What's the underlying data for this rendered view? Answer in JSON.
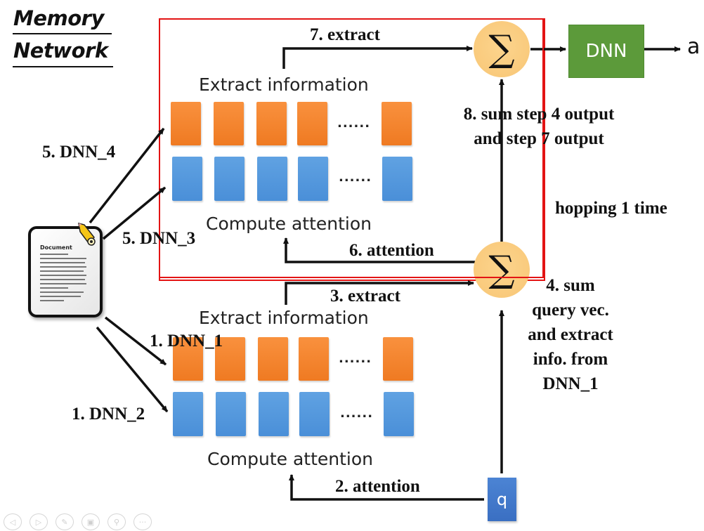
{
  "title": {
    "line1": "Memory",
    "line2": "Network"
  },
  "memory_block": {
    "extract_label": "Extract information",
    "attention_label": "Compute attention",
    "ellipsis": "......"
  },
  "steps": {
    "step1a": "1. DNN_1",
    "step1b": "1. DNN_2",
    "step2": "2. attention",
    "step3": "3. extract",
    "step4": [
      "4. sum",
      "query vec.",
      "and extract",
      "info. from",
      "DNN_1"
    ],
    "step5a": "5. DNN_4",
    "step5b": "5. DNN_3",
    "step6": "6. attention",
    "step7": "7. extract",
    "step8": [
      "8. sum step 4 output",
      "and step 7 output"
    ]
  },
  "hop_label": "hopping 1 time",
  "sum_symbol": "∑",
  "dnn_label": "DNN",
  "output_label": "a",
  "query_label": "q",
  "document": {
    "title": "Document",
    "icon": "document-with-pencil-icon"
  },
  "colors": {
    "extract_cells": "#f0801f",
    "attention_cells": "#4f93dc",
    "sum_node": "#f9c978",
    "dnn_box": "#5c9a3a",
    "query_box": "#3f75c8",
    "hop_frame": "#e31414"
  },
  "slide_nav": [
    {
      "icon": "previous-icon",
      "glyph": "◁"
    },
    {
      "icon": "next-icon",
      "glyph": "▷"
    },
    {
      "icon": "pen-icon",
      "glyph": "✎"
    },
    {
      "icon": "slides-icon",
      "glyph": "▣"
    },
    {
      "icon": "zoom-icon",
      "glyph": "⚲"
    },
    {
      "icon": "more-icon",
      "glyph": "···"
    }
  ]
}
